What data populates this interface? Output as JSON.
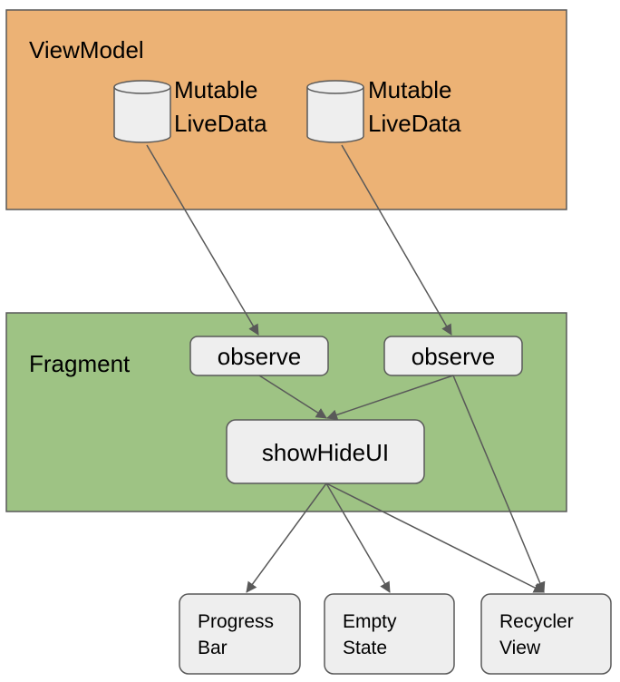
{
  "viewmodel": {
    "label": "ViewModel",
    "color": "#ecb275",
    "livedata": [
      {
        "line1": "Mutable",
        "line2": "LiveData"
      },
      {
        "line1": "Mutable",
        "line2": "LiveData"
      }
    ]
  },
  "fragment": {
    "label": "Fragment",
    "color": "#9ec384",
    "observers": [
      {
        "label": "observe"
      },
      {
        "label": "observe"
      }
    ],
    "show_hide": {
      "label": "showHideUI"
    }
  },
  "ui_elements": [
    {
      "line1": "Progress",
      "line2": "Bar"
    },
    {
      "line1": "Empty",
      "line2": "State"
    },
    {
      "line1": "Recycler",
      "line2": "View"
    }
  ],
  "colors": {
    "node_fill": "#eeeeee",
    "node_stroke": "#595959",
    "arrow": "#595959"
  }
}
